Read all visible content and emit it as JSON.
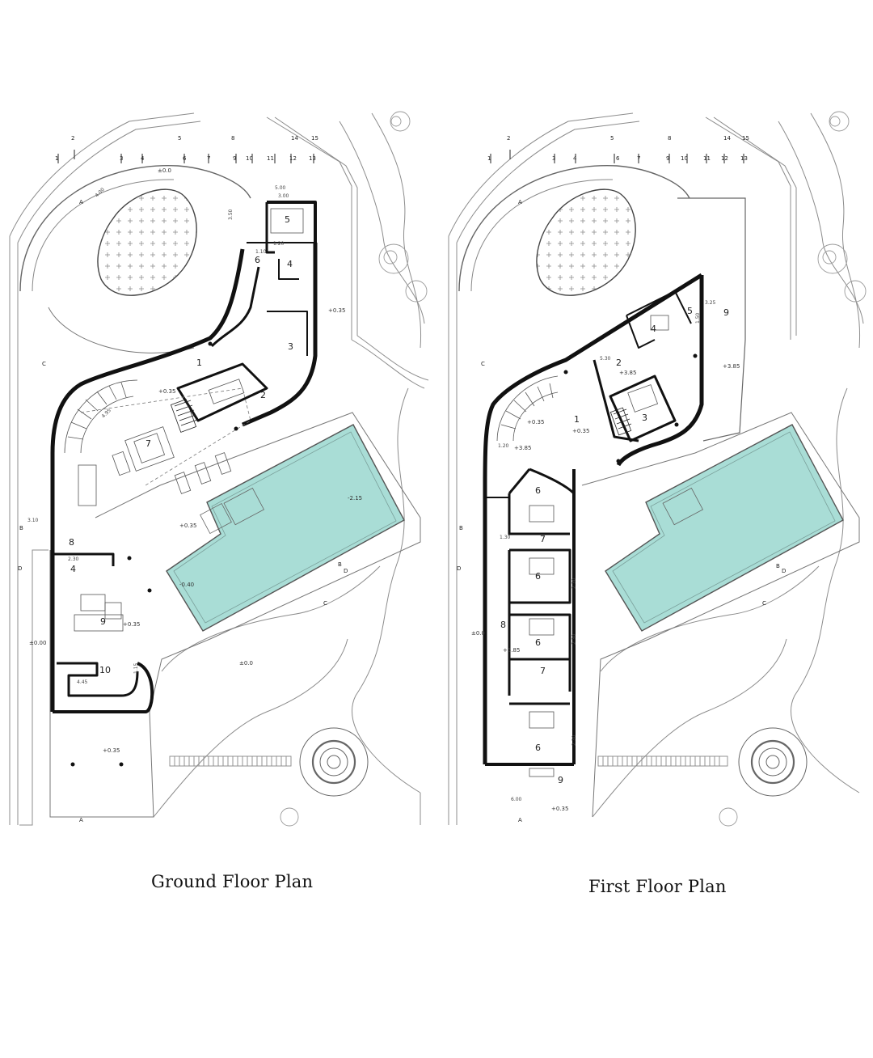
{
  "captions": {
    "ground": "Ground Floor Plan",
    "first": "First Floor Plan"
  },
  "colors": {
    "pool": "#a9ddd6",
    "wall": "#111111",
    "line": "#9a9a9a",
    "ground": "#ffffff"
  },
  "ground_floor": {
    "rooms": [
      {
        "id": "1",
        "label": "1"
      },
      {
        "id": "2",
        "label": "2"
      },
      {
        "id": "3",
        "label": "3"
      },
      {
        "id": "4a",
        "label": "4"
      },
      {
        "id": "5",
        "label": "5"
      },
      {
        "id": "6",
        "label": "6"
      },
      {
        "id": "7",
        "label": "7"
      },
      {
        "id": "8",
        "label": "8"
      },
      {
        "id": "4b",
        "label": "4"
      },
      {
        "id": "9",
        "label": "9"
      },
      {
        "id": "10",
        "label": "10"
      }
    ],
    "levels": [
      "+0.35",
      "+0.35",
      "+0.35",
      "+0.35",
      "+0.35",
      "-2.15",
      "-0.40",
      "±0.00",
      "±0.0",
      "±0.0"
    ],
    "dimensions": [
      "5.00",
      "3.00",
      "1.20",
      "1.10",
      "3.50",
      "4.00",
      "2.30",
      "3.10",
      "1.15",
      "4.45",
      "4.95"
    ],
    "sections": [
      "A",
      "A",
      "B",
      "B",
      "C",
      "C",
      "D",
      "D"
    ],
    "grid_labels": [
      "1",
      "2",
      "3",
      "4",
      "5",
      "6",
      "7",
      "8",
      "9",
      "10",
      "11",
      "12",
      "13",
      "14",
      "15"
    ]
  },
  "first_floor": {
    "rooms": [
      {
        "id": "1",
        "label": "1"
      },
      {
        "id": "2",
        "label": "2"
      },
      {
        "id": "3",
        "label": "3"
      },
      {
        "id": "4",
        "label": "4"
      },
      {
        "id": "5",
        "label": "5"
      },
      {
        "id": "9a",
        "label": "9"
      },
      {
        "id": "6a",
        "label": "6"
      },
      {
        "id": "7a",
        "label": "7"
      },
      {
        "id": "6b",
        "label": "6"
      },
      {
        "id": "6c",
        "label": "6"
      },
      {
        "id": "7b",
        "label": "7"
      },
      {
        "id": "6d",
        "label": "6"
      },
      {
        "id": "8",
        "label": "8"
      },
      {
        "id": "9b",
        "label": "9"
      }
    ],
    "levels": [
      "+3.85",
      "+3.85",
      "+3.85",
      "+3.85",
      "+0.35",
      "+0.35",
      "±0.0",
      "+0.35"
    ],
    "dimensions": [
      "3.25",
      "1.50",
      "5.30",
      "1.20",
      "1.30",
      "2.30",
      "2.30",
      "2.30",
      "6.00"
    ],
    "sections": [
      "A",
      "A",
      "B",
      "B",
      "C",
      "C",
      "D",
      "D"
    ],
    "grid_labels": [
      "1",
      "2",
      "3",
      "4",
      "5",
      "6",
      "7",
      "8",
      "9",
      "10",
      "11",
      "12",
      "13",
      "14",
      "15"
    ]
  }
}
